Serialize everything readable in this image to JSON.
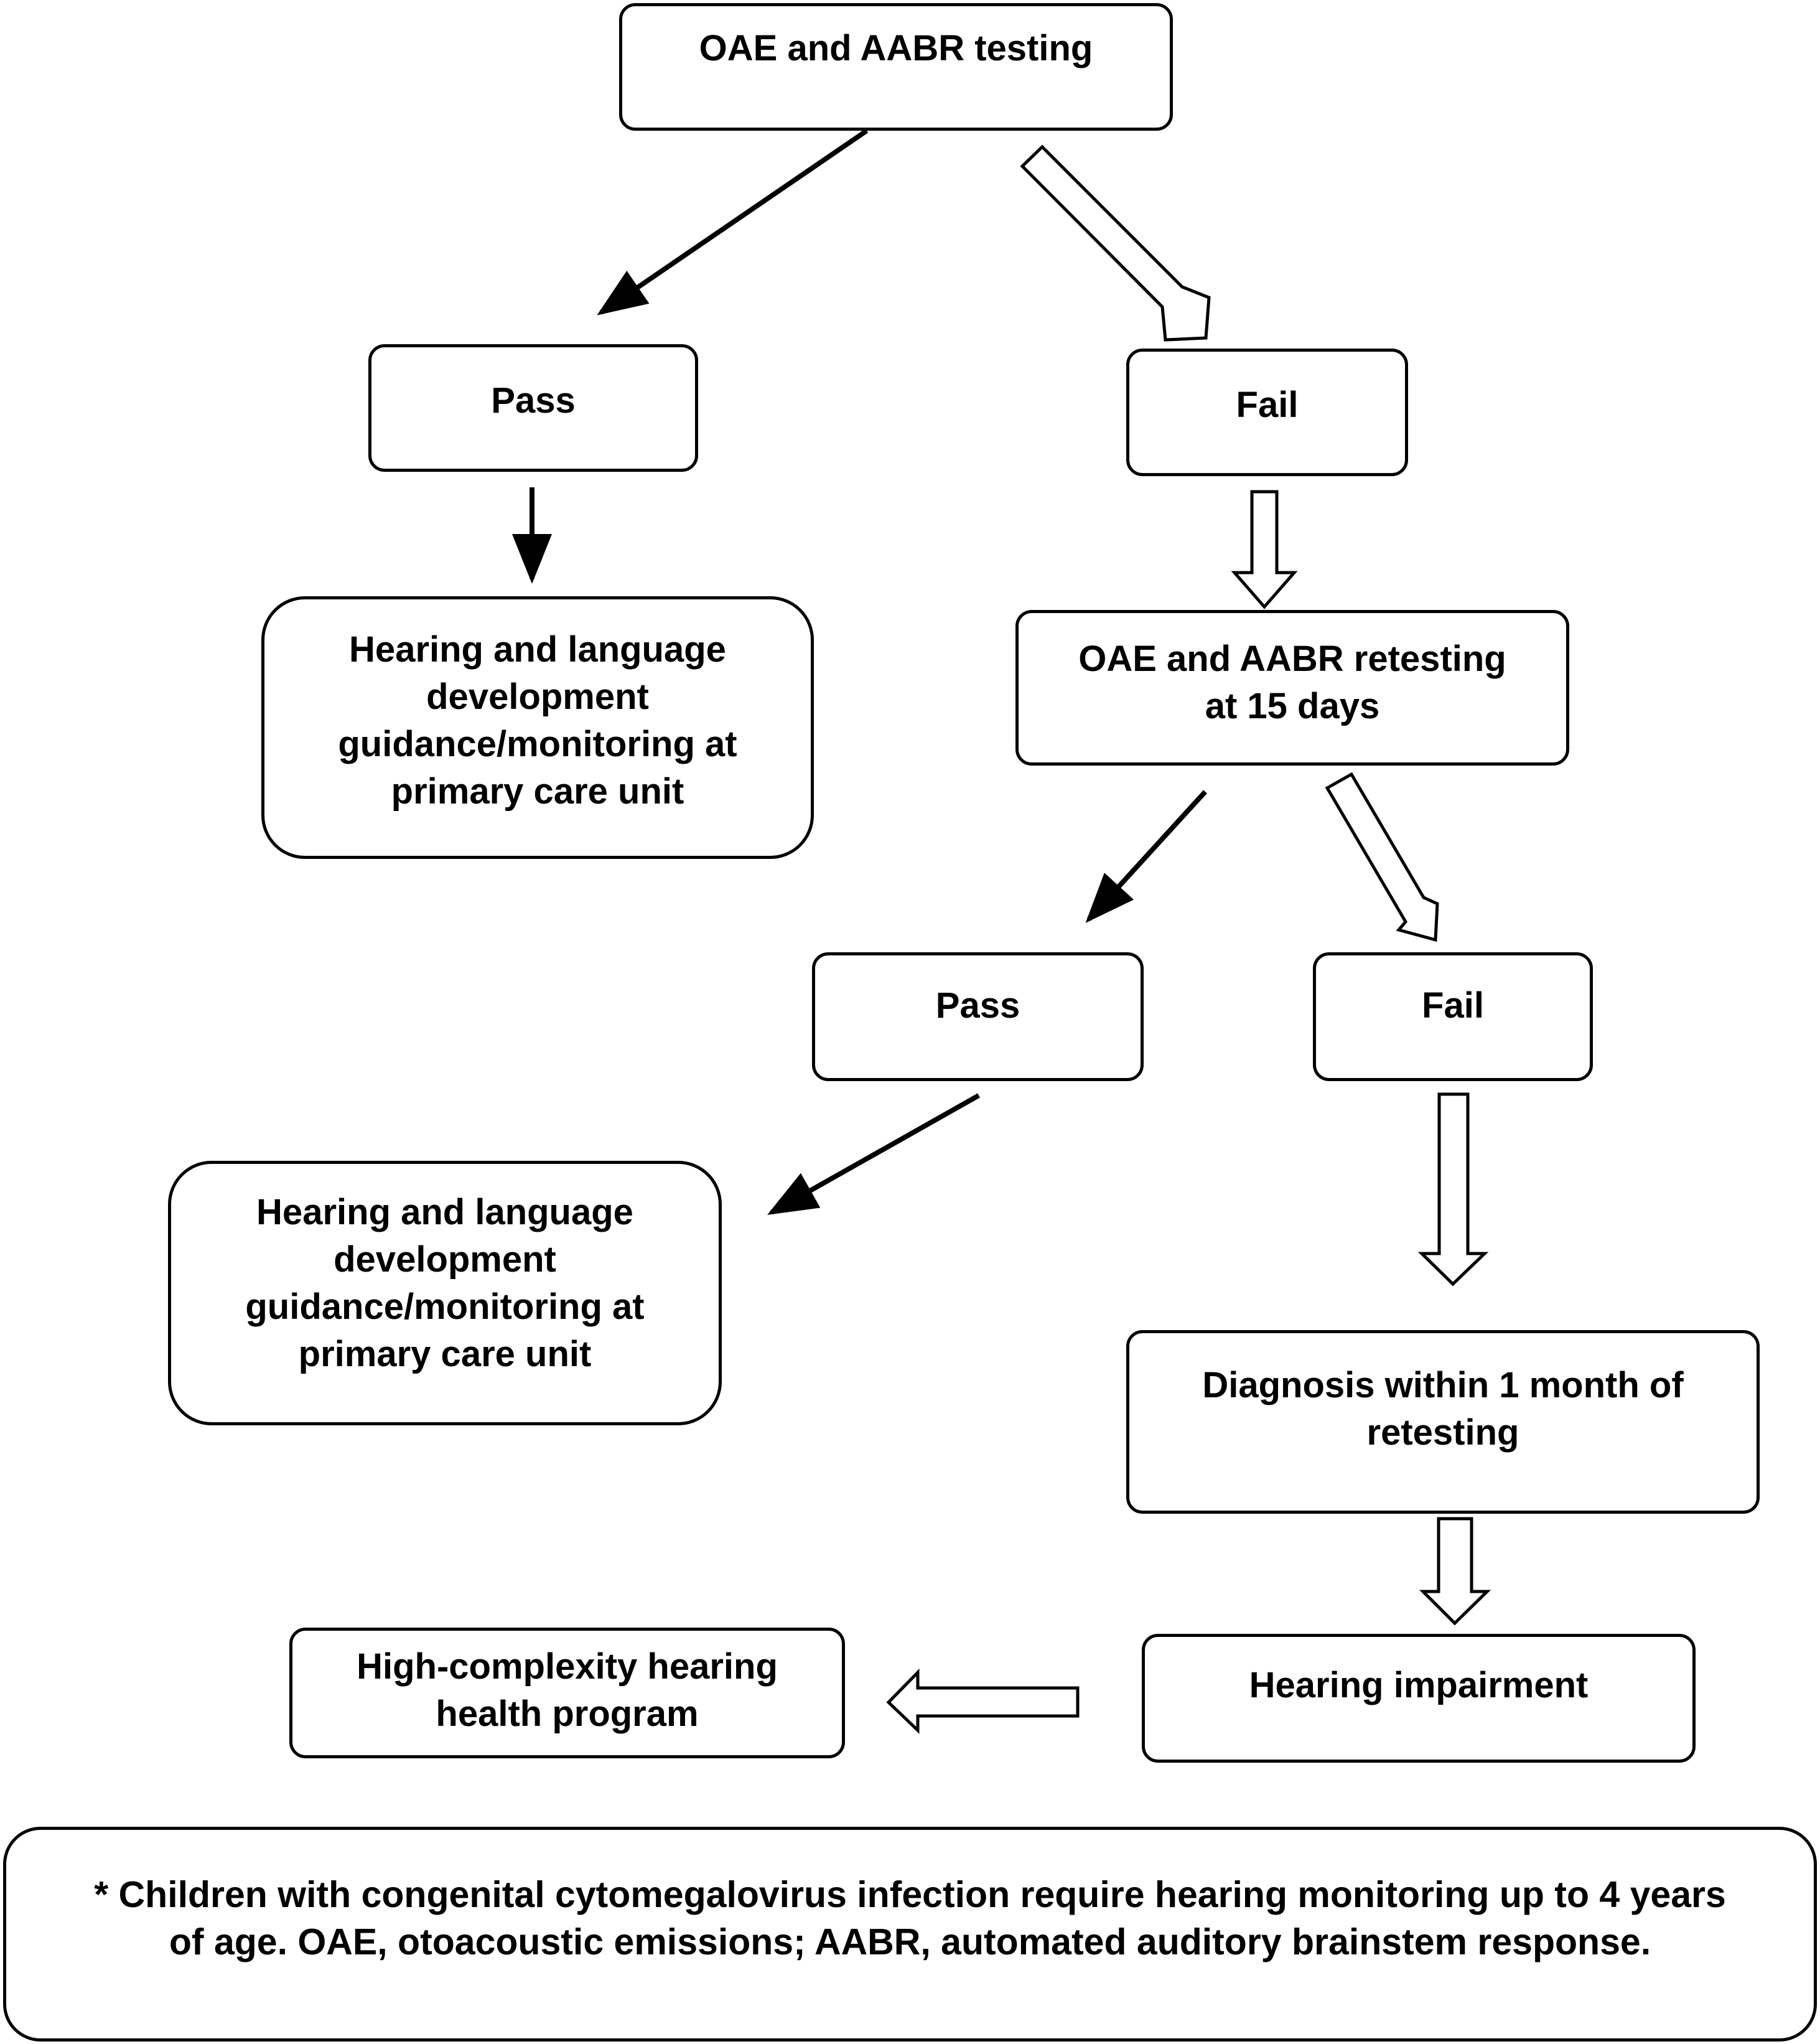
{
  "flowchart": {
    "start": "OAE and AABR testing",
    "first_pass": "Pass",
    "first_fail": "Fail",
    "first_pass_outcome": "Hearing and language\ndevelopment\nguidance/monitoring at\nprimary care unit",
    "retest": "OAE and AABR retesting\nat 15 days",
    "second_pass": "Pass",
    "second_fail": "Fail",
    "second_pass_outcome": "Hearing and language\ndevelopment\nguidance/monitoring at\nprimary care unit",
    "diagnosis": "Diagnosis within 1 month of\nretesting",
    "impairment": "Hearing impairment",
    "program": "High-complexity hearing\nhealth program"
  },
  "footnote": "* Children with congenital cytomegalovirus infection require hearing monitoring up to 4 years\nof age. OAE, otoacoustic emissions; AABR, automated auditory brainstem response."
}
